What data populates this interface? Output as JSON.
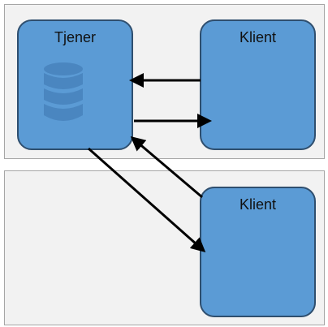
{
  "diagram": {
    "server": {
      "label": "Tjener",
      "icon": "database-icon"
    },
    "clients": [
      {
        "label": "Klient"
      },
      {
        "label": "Klient"
      }
    ],
    "colors": {
      "panel_fill": "#f2f2f2",
      "panel_border": "#a6a6a6",
      "node_fill": "#5b9bd5",
      "node_border": "#2f4f6f",
      "database_icon": "#4a86c0",
      "arrow": "#000000"
    }
  }
}
